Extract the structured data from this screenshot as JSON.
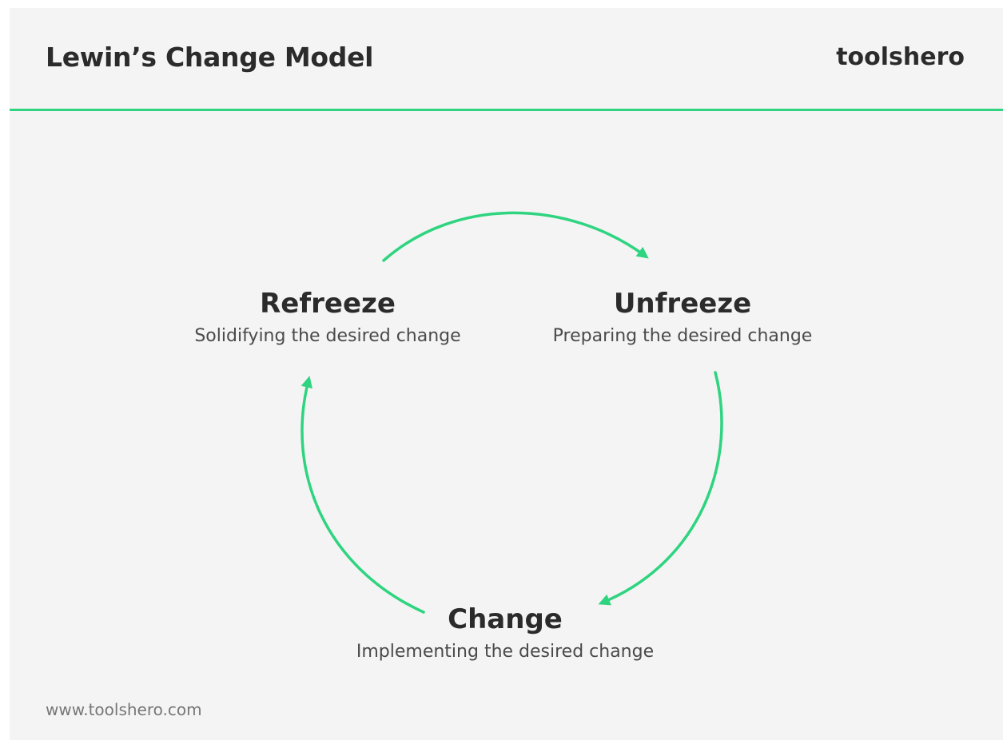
{
  "header": {
    "title": "Lewin’s Change Model",
    "brand": "toolshero"
  },
  "stages": {
    "refreeze": {
      "name": "Refreeze",
      "description": "Solidifying the desired change"
    },
    "unfreeze": {
      "name": "Unfreeze",
      "description": "Preparing the desired change"
    },
    "change": {
      "name": "Change",
      "description": "Implementing the desired change"
    }
  },
  "footer": {
    "url": "www.toolshero.com"
  },
  "colors": {
    "accent": "#2ed47f",
    "background": "#f4f4f4",
    "text": "#2b2b2b"
  },
  "icons": {
    "arrows": [
      "arrow-refreeze-to-unfreeze-icon",
      "arrow-unfreeze-to-change-icon",
      "arrow-change-to-refreeze-icon"
    ]
  }
}
